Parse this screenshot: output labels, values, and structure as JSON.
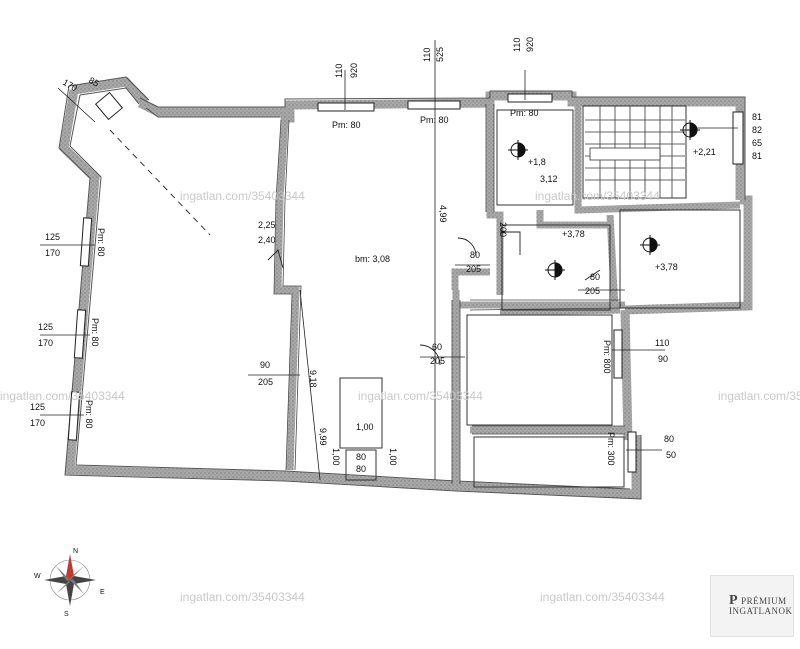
{
  "rooms": {
    "main_room_label": "bm: 3,08",
    "stair_room_label": "3,12",
    "stair_level": "+2,21",
    "landing_level": "+1,8",
    "room_level_1": "+3,78",
    "room_level_2": "+3,78",
    "ceiling_height_1": "2,25",
    "ceiling_height_2": "2,40",
    "small_room_height": "1,00"
  },
  "dimensions": {
    "top_dims": [
      "110",
      "920",
      "110",
      "525",
      "110",
      "920"
    ],
    "left_dims": [
      "85",
      "170",
      "125",
      "170",
      "125",
      "170",
      "125",
      "170"
    ],
    "right_dims": [
      "81",
      "82",
      "65",
      "81"
    ],
    "window_labels": [
      "Pm: 80",
      "Pm: 80",
      "Pm: 80"
    ],
    "left_window_labels": [
      "Pm: 80",
      "Pm: 80",
      "Pm: 80"
    ],
    "door_dims": [
      {
        "w": "90",
        "h": "205"
      },
      {
        "w": "60",
        "h": "205"
      },
      {
        "w": "80",
        "h": "205"
      },
      {
        "w": "80",
        "h": "205"
      }
    ],
    "right_windows": [
      {
        "w": "110",
        "h": "90",
        "label": "Pm: 800"
      },
      {
        "w": "80",
        "h": "50",
        "label": "Pm: 300"
      }
    ],
    "wall_lengths": [
      "4,99",
      "9,99",
      "9,18"
    ],
    "small_door_dims": [
      "1,00",
      "1,00"
    ],
    "misc_labels": [
      "80",
      "80",
      "200"
    ]
  },
  "compass": {
    "n": "N",
    "s": "S",
    "e": "E",
    "w": "W"
  },
  "watermarks": [
    "ingatlan.com/35403344",
    "ingatlan.com/35403344",
    "ingatlan.com/35403344",
    "ingatlan.com/35403344",
    "ingatlan.com/35403344",
    "ingatlan.com/35403344",
    "ingatlan.com/35403344"
  ],
  "logo": {
    "line1": "PRÉMIUM",
    "line2": "INGATLANOK",
    "mark": "P"
  },
  "colors": {
    "wall": "#9a9a9a",
    "wall_stroke": "#555555",
    "line": "#222222",
    "watermark": "#c9c9c9"
  }
}
